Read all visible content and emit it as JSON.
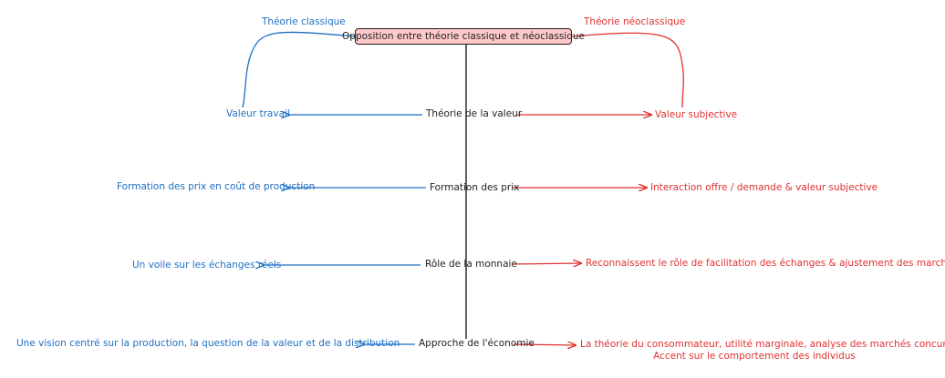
{
  "title": "Opposition entre théorie classique et néoclassique",
  "headers": {
    "left": "Théorie classique",
    "right": "Théorie néoclassique"
  },
  "colors": {
    "classique": "#1f6fc2",
    "neoclassique": "#e03131",
    "title_fill": "#ffc9c9",
    "spine": "#1e1e1e"
  },
  "rows": [
    {
      "topic": "Théorie de la valeur",
      "classique": "Valeur travail",
      "neoclassique": "Valeur subjective",
      "neoclassique_extra": ""
    },
    {
      "topic": "Formation des prix",
      "classique": "Formation des prix en coût de production",
      "neoclassique": "Interaction offre / demande & valeur subjective",
      "neoclassique_extra": ""
    },
    {
      "topic": "Rôle de la monnaie",
      "classique": "Un voile sur les échanges réels",
      "neoclassique": "Reconnaissent le rôle de facilitation des échanges & ajustement des marchés",
      "neoclassique_extra": ""
    },
    {
      "topic": "Approche de l'économie",
      "classique": "Une vision centré sur la production, la question de la valeur et de la distribution",
      "neoclassique": "La théorie du consommateur, utilité marginale, analyse des marchés concurrentiels",
      "neoclassique_extra": "Accent sur le comportement des individus"
    }
  ]
}
